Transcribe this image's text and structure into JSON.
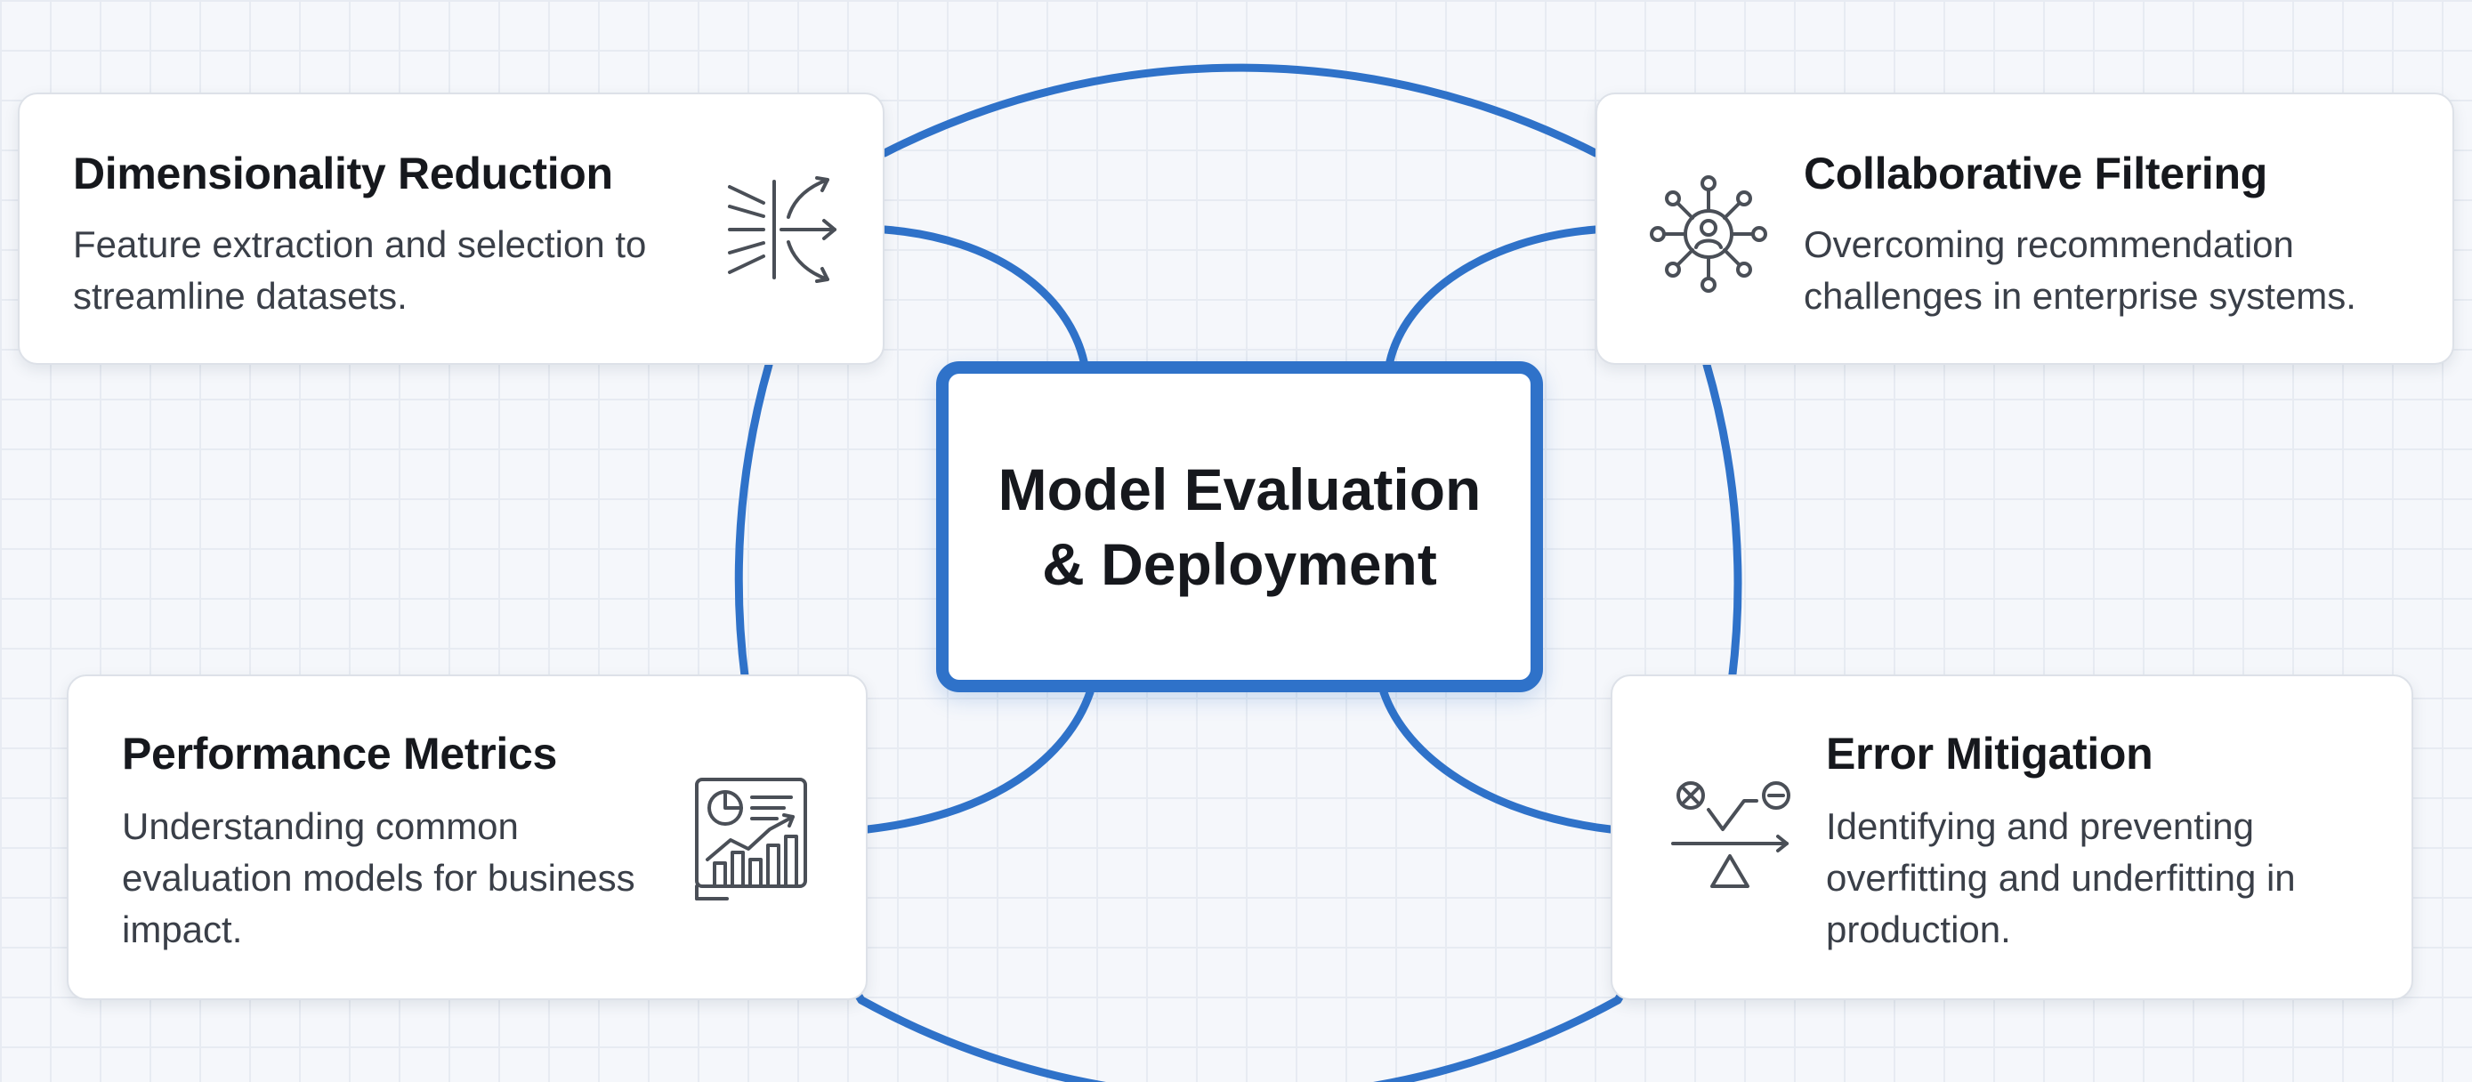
{
  "center": {
    "title": "Model Evaluation & Deployment"
  },
  "cards": {
    "dimensionality_reduction": {
      "title": "Dimensionality Reduction",
      "description": "Feature extraction and selection to streamline datasets.",
      "icon": "dimensionality-reduction-icon"
    },
    "collaborative_filtering": {
      "title": "Collaborative Filtering",
      "description": "Overcoming recommendation challenges in enterprise systems.",
      "icon": "user-network-icon"
    },
    "performance_metrics": {
      "title": "Performance Metrics",
      "description": "Understanding common evaluation models for business impact.",
      "icon": "metrics-dashboard-icon"
    },
    "error_mitigation": {
      "title": "Error Mitigation",
      "description": "Identifying and preventing overfitting and underfitting in production.",
      "icon": "error-balance-icon"
    }
  },
  "colors": {
    "accent": "#2f72c9",
    "background": "#f5f7fb",
    "card_border": "#dde1e8",
    "icon_stroke": "#4a4f57"
  }
}
